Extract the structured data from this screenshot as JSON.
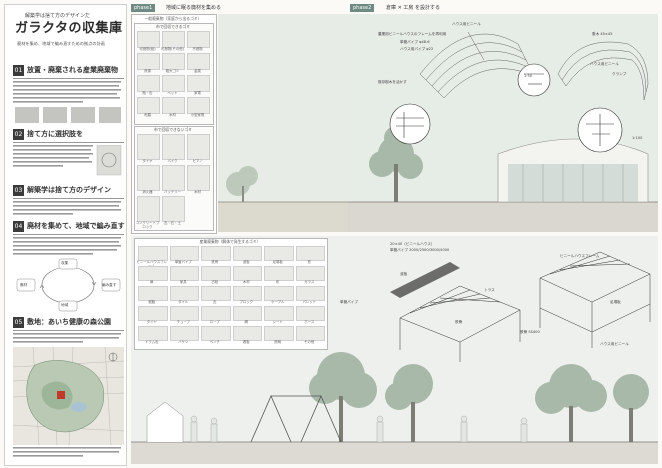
{
  "left": {
    "subtitle": "解築学は捨て方のデザインだ",
    "title": "ガラクタの収集庫",
    "tagline": "廃材を集め、地域で編み直すための拠点の計画",
    "sections": [
      {
        "num": "01",
        "title": "放置・廃棄される産業廃棄物"
      },
      {
        "num": "02",
        "title": "捨て方に選択肢を"
      },
      {
        "num": "03",
        "title": "解築学は捨て方のデザイン"
      },
      {
        "num": "04",
        "title": "廃材を集めて、地域で編み直す"
      },
      {
        "num": "05",
        "title": "敷地：あいち健康の森公園"
      }
    ],
    "cycle_labels": [
      "廃材",
      "収集",
      "編み直す",
      "地域"
    ]
  },
  "phase1": {
    "tag": "phase1",
    "desc": "地域に眠る廃材を集める",
    "panel_top_head": "一般廃棄物（家庭から出るゴミ）",
    "panel_a_head": "市で回収できるゴミ",
    "panel_a_items": [
      "可燃物(紙)",
      "可燃物(その他)",
      "不燃物",
      "資源",
      "粗大ゴミ",
      "金属",
      "瓶・缶",
      "ペット",
      "家電",
      "布類",
      "木材",
      "小型家電"
    ],
    "panel_b_head": "市で回収できないゴミ",
    "panel_b_items": [
      "タイヤ",
      "バイク",
      "ピアノ",
      "消火器",
      "バッテリー",
      "木材",
      "コンクリートブロック",
      "瓦・石・土"
    ],
    "bottom_head": "産業廃棄物（解体で発生するゴミ）",
    "bottom_items": [
      "ビニールハウスフレーム",
      "単管パイプ",
      "鉄骨",
      "波板",
      "足場板",
      "窓",
      "扉",
      "家具",
      "古紙",
      "木材",
      "布",
      "ガラス",
      "樹脂",
      "タイル",
      "瓦",
      "ブロック",
      "ケーブル",
      "パレット",
      "タイヤ",
      "チューブ",
      "ロープ",
      "網",
      "シート",
      "ホース",
      "ドラム缶",
      "バケツ",
      "ベンチ",
      "看板",
      "照明",
      "その他"
    ]
  },
  "phase2": {
    "tag": "phase2",
    "desc": "倉庫 ✕ 工房 を設計する",
    "notes": [
      "農業用ビニールハウスのフレームを再利用",
      "単管パイプ φ48.6",
      "ハウス用パイプ φ22",
      "ハウス用ビニール",
      "既存樹木を活かす",
      "ハウス用ビニール",
      "垂木 45×45",
      "クランプ"
    ],
    "scale_labels": [
      "1:50",
      "1:100"
    ],
    "dims": [
      "20×40（ビニールハウス）",
      "単管パイプ 2000/2500/3000/4000",
      "鉄骨 SS400",
      "トラス"
    ],
    "bottom_labels": [
      "単管パイプ",
      "波板",
      "鉄骨",
      "ビニールハウスフレーム",
      "足場板",
      "ハウス用ビニール"
    ]
  },
  "colors": {
    "phase_tag": "#6f8a82",
    "sky": "#e6ece6",
    "section_num_bg": "#3b3b3b",
    "tree_green": "#a8b9a9",
    "ground": "#d9d7cf"
  }
}
